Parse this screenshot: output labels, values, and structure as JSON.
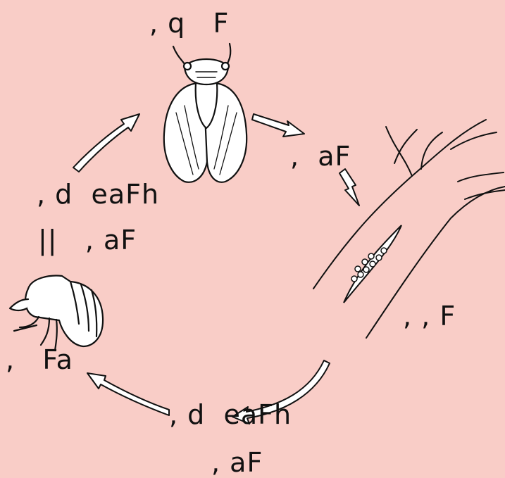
{
  "diagram": {
    "background_color": "#f9cdc7",
    "ink_color": "#111111",
    "labels": {
      "adult": ", q   F",
      "egg_laying": ",  aF",
      "eggs": ", , F",
      "nymph_stage_line1": ", d  eaFh",
      "nymph_stage_line2": ", aF",
      "growth_line1": ", d  eaFh",
      "growth_line2": "||   , aF",
      "nymph": ",   Fa"
    }
  }
}
